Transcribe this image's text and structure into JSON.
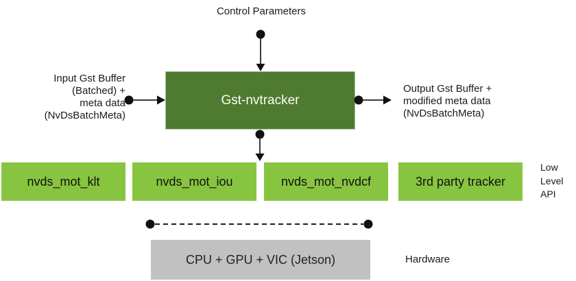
{
  "colors": {
    "main_block_green": "#4F7B31",
    "low_level_green": "#87C540",
    "hardware_gray": "#C1C1C1",
    "connector_black": "#1a1a1a"
  },
  "top_label": "Control Parameters",
  "main_block": {
    "label": "Gst-nvtracker"
  },
  "input_label": {
    "lines": [
      "Input Gst Buffer",
      "(Batched) +",
      "meta data",
      "(NvDsBatchMeta)"
    ]
  },
  "output_label": {
    "lines": [
      "Output Gst Buffer +",
      "modified meta data",
      "(NvDsBatchMeta)"
    ]
  },
  "low_level": {
    "boxes": [
      {
        "label": "nvds_mot_klt"
      },
      {
        "label": "nvds_mot_iou"
      },
      {
        "label": "nvds_mot_nvdcf"
      },
      {
        "label": "3rd party tracker"
      }
    ],
    "side_label_lines": [
      "Low",
      "Level",
      "API"
    ]
  },
  "hardware": {
    "box_label": "CPU + GPU + VIC (Jetson)",
    "side_label": "Hardware"
  }
}
